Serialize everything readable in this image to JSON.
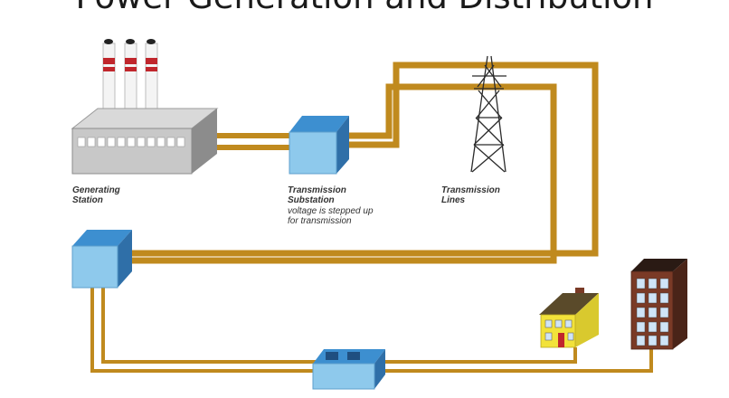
{
  "title": "Power Generation and Distribution",
  "labels": {
    "generating_station": [
      "Generating",
      "Station"
    ],
    "transmission_substation": [
      "Transmission",
      "Substation"
    ],
    "transmission_substation_note": [
      "voltage is stepped up",
      "for transmission"
    ],
    "transmission_lines": [
      "Transmission",
      "Lines"
    ]
  },
  "colors": {
    "wire": "#c08a1e",
    "wire_dark": "#8a6010",
    "box_front": "#8ec9ec",
    "box_top": "#3d8fd0",
    "box_side": "#2f6fa8",
    "plant_gray": "#c8c8c8",
    "stack_red": "#c0262c",
    "house_yellow": "#f2e23a",
    "building_brown": "#7a3a26"
  }
}
